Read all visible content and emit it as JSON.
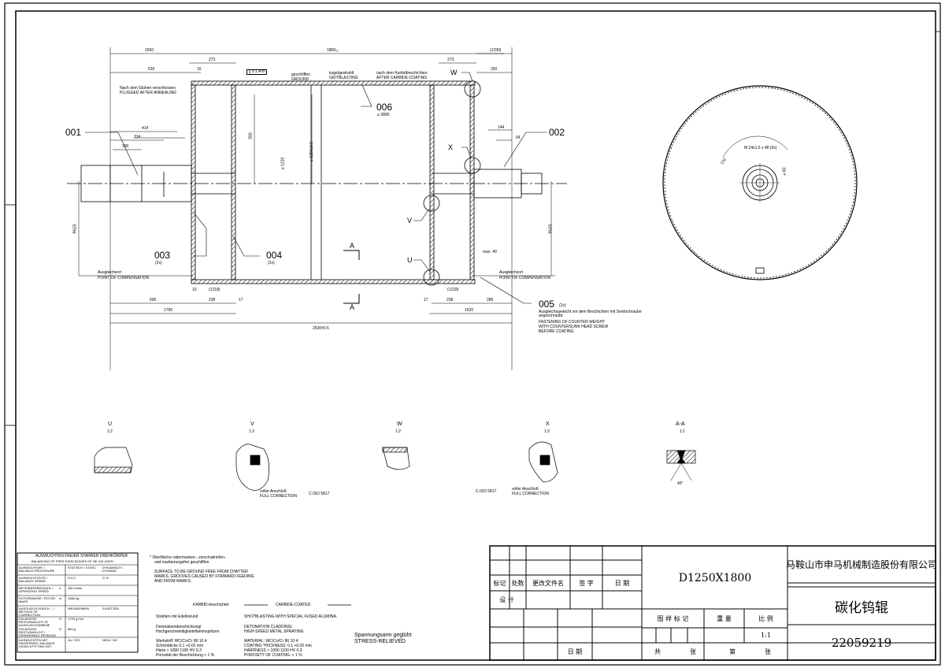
{
  "main_view": {
    "part_labels": {
      "p001": "001",
      "p002": "002",
      "p003": "003",
      "p003_qty": "(2x)",
      "p004": "004",
      "p004_qty": "(2x)",
      "p005": "005",
      "p005_qty": "(2x)",
      "p006": "006",
      "p006_sub": "⌀ 3880"
    },
    "detail_markers": {
      "U": "U",
      "V": "V",
      "W": "W",
      "X": "X",
      "section": "A"
    },
    "dimensions": {
      "d1500": "1500",
      "d1800": "1800₀₂",
      "d520": "520",
      "d273": "273",
      "d15": "15",
      "d1230": "(1230)",
      "d250": "250",
      "d414": "414",
      "d314": "314",
      "d190": "190",
      "d1250": "⌀ 1250±0.5",
      "d1220": "⌀ 1220",
      "d550": "550",
      "d144": "144",
      "d64": "64",
      "d595": "595",
      "d238": "238",
      "d17": "17",
      "d1790": "1790",
      "d2530": "2530±0.5",
      "d1520": "1520",
      "d286": "286",
      "d1218": "(1218)",
      "d10": "10",
      "dmax40": "max. 40",
      "dR625": "R625"
    },
    "notes": {
      "plugged_de": "Nach dem Glühen verschlossen",
      "plugged_en": "PLUGGED AFTER ANNEALING",
      "grind_de": "geschliffen",
      "grind_en": "GROUND",
      "blast_de": "kugelgestrahlt",
      "blast_en": "GRITBLASTING",
      "after_de": "nach dem Karbidbeschichten",
      "after_en": "AFTER CARBIDE-COATING",
      "comp_de": "Ausgleichsort",
      "comp_en": "POINT OF COMPENSATION",
      "weight_de": "Ausgleichsgewicht vor dem Beschichten mit Senkschraube angeschraubt.",
      "weight_en1": "FASTENING OF COUNTER WEIGHT",
      "weight_en2": "WITH COUNTERSUNK HEAD SCREW",
      "weight_en3": "BEFORE COATING.",
      "tolerance_box": "∥ 0.1 A-B"
    }
  },
  "end_view": {
    "dim_r": "120",
    "dim_hole": "M 24x1.5 x 48 (6x)",
    "dim_d": "⌀ 80"
  },
  "details": [
    {
      "name": "U",
      "scale": "1:2"
    },
    {
      "name": "V",
      "scale": "1:2",
      "note_de": "voller Anschluß",
      "note_en": "FULL CONNECTION",
      "ref": "C-ISO 5817"
    },
    {
      "name": "W",
      "scale": "1:2"
    },
    {
      "name": "X",
      "scale": "1:2",
      "note_de": "voller Anschluß",
      "note_en": "FULL CONNECTION",
      "ref": "C-ISO 5817"
    },
    {
      "name": "A-A",
      "scale": "1:1",
      "angle": "45°"
    }
  ],
  "balancing_table": {
    "title": "AUSWUCHTEN FREIER STARRER DREHKÖRPER",
    "subtitle": "BALANCING OF FREE RIGID BODIES OF HE VOLUDEN",
    "rows": [
      {
        "label": "AUSWUCHTART / BALANCE PROCEDURE",
        "value": "STATISCH / STATIC",
        "value2": "DYNAMISCH / DYNAMIC"
      },
      {
        "label": "AUSWUCHTGÜTE / BALANCE GRADE",
        "value": "G 6.3",
        "value2": "G %"
      },
      {
        "label": "BETRIEBSDREHZAHL / OPERATING SPEED",
        "sym": "n",
        "value": "180  U/min"
      },
      {
        "label": "ROTORMASSE / ROTOR MASS",
        "sym": "m",
        "value": "1566  kg"
      },
      {
        "label": "AUSGLEICH DURCH ... / METHOD OF CORRECTION",
        "value": "WEGNEHMEN",
        "value2": "ZUSETZEN"
      },
      {
        "label": "ZULÄSSIGE RESTUNWUCHT JE AUSGLEICHSEBENE",
        "sym": "I1",
        "value": "1715  g mm"
      },
      {
        "label": "ZULÄSSIGE RESTUNWUCHT / PERMISSIBLE RESIDUAL",
        "sym": "I2",
        "value": "850  g"
      },
      {
        "label": "AUSWUCHTEN MIT PASSFEDER / BALANCE USING A FITTING KEY",
        "value": "JA / YES",
        "value2": "NEIN / NO"
      }
    ]
  },
  "notes": {
    "surface_de1": "* Oberfläche rattermarken-, vorschubriefen-",
    "surface_de2": "und markierungsfrei geschliffen.",
    "surface_en1": "SURFACE TO BE GROUND FREE FROM CHATTER",
    "surface_en2": "MARKS, GROOVES CAUSED BY FORWARD FEEDING",
    "surface_en3": "AND FROM MARKS.",
    "karbid": "KARBID-beschichtet",
    "carbide": "CARBIDE-COATED",
    "strahlen": "Strahlen mit Edelkorund",
    "shot": "SHOTBLASTING WITH SPECIAL FUSED ALUMINA.",
    "det_de1": "Detonationsbeschichtung/",
    "det_de2": "Hochgeschwindigkeitsflammspritzen",
    "det_en1": "DETONATION CLADDING/",
    "det_en2": "HIGH-SPEED METAL SPRAYING",
    "werk": "Werkstoff: WC/Co/Cr 86 10 4",
    "mat": "MATERIAL: WC/Co/Cr 86 10 4",
    "sch1": "Schichtdicke 0.1 +0.02 mm",
    "sch2": "Härte > 1000 1100 HV 0.3",
    "sch3": "Porosität der Beschichtung < 1 %",
    "ct1": "COATING THICKNESS: 0.1 +0.02 mm",
    "ct2": "HARDNESS > 1000 1100 HV 0.3",
    "ct3": "POROSITY OF COATING: < 1 %",
    "stress_de": "Spannungsarm geglüht",
    "stress_en": "STRESS-RELIEVED"
  },
  "title_block": {
    "model": "D1250X1800",
    "company": "马鞍山市申马机械制造股份有限公司",
    "part_name": "碳化钨辊",
    "drawing_no": "22059219",
    "rev_headers": [
      "标记",
      "处数",
      "更改文件名",
      "签 字",
      "日 期"
    ],
    "design": "设 计",
    "date": "日 期",
    "sample_mark": "图 样 标 记",
    "weight": "重 量",
    "scale_label": "比 例",
    "scale": "1:1",
    "total": "共",
    "sheets": "张",
    "sheet_no": "第",
    "sheets2": "张"
  }
}
